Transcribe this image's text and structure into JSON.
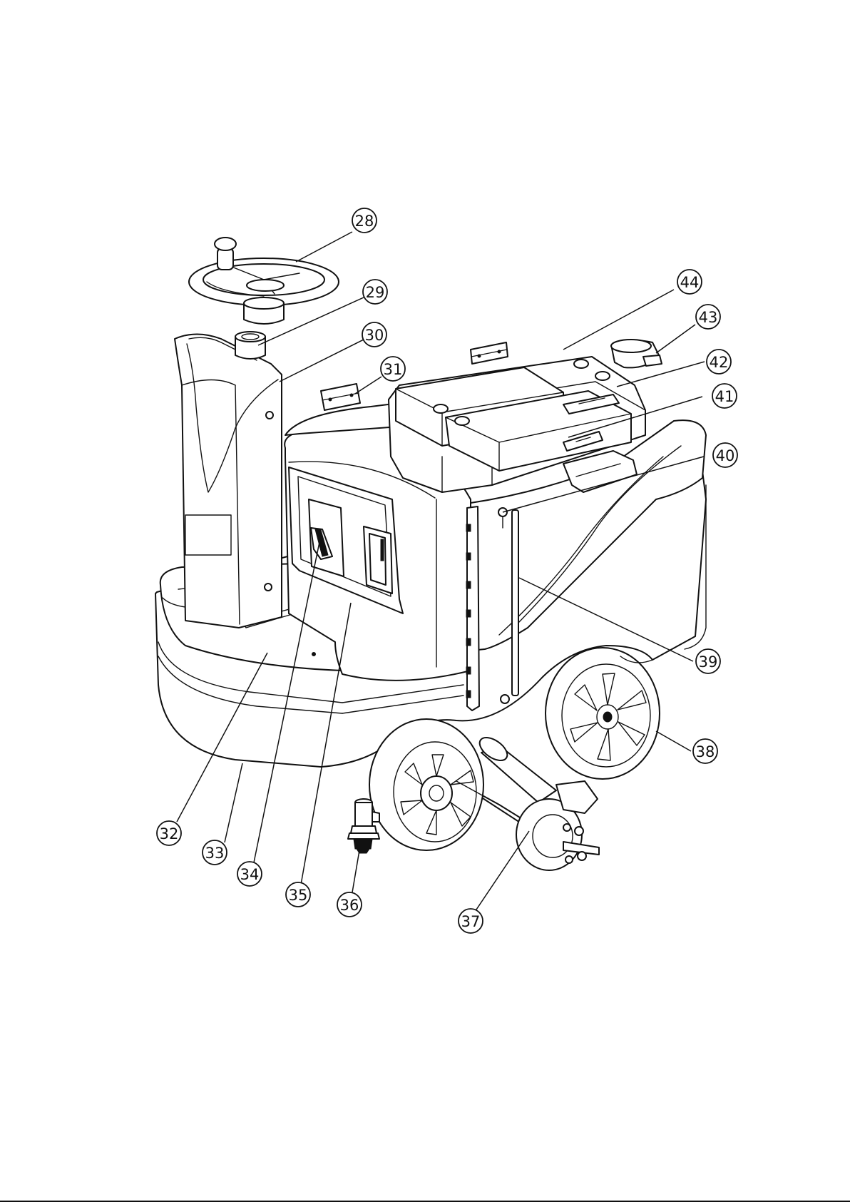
{
  "callouts": [
    {
      "id": "28",
      "label": "28"
    },
    {
      "id": "29",
      "label": "29"
    },
    {
      "id": "30",
      "label": "30"
    },
    {
      "id": "31",
      "label": "31"
    },
    {
      "id": "32",
      "label": "32"
    },
    {
      "id": "33",
      "label": "33"
    },
    {
      "id": "34",
      "label": "34"
    },
    {
      "id": "35",
      "label": "35"
    },
    {
      "id": "36",
      "label": "36"
    },
    {
      "id": "37",
      "label": "37"
    },
    {
      "id": "38",
      "label": "38"
    },
    {
      "id": "39",
      "label": "39"
    },
    {
      "id": "40",
      "label": "40"
    },
    {
      "id": "41",
      "label": "41"
    },
    {
      "id": "42",
      "label": "42"
    },
    {
      "id": "43",
      "label": "43"
    },
    {
      "id": "44",
      "label": "44"
    }
  ],
  "colors": {
    "line": "#111111",
    "background": "#ffffff"
  }
}
